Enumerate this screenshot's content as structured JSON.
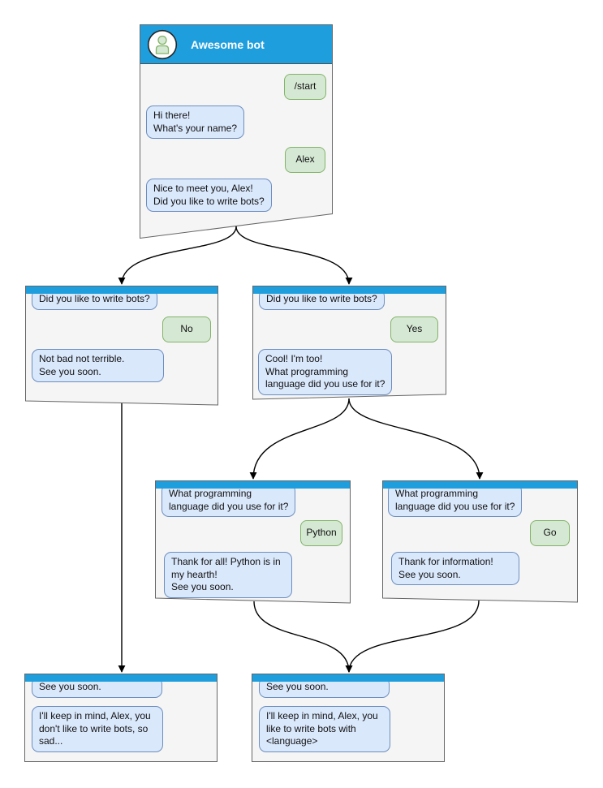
{
  "colors": {
    "header_blue": "#1e9edd",
    "panel_fill": "#f5f5f5",
    "panel_border": "#666666",
    "bot_fill": "#dae8fc",
    "bot_stroke": "#6c8ebf",
    "user_fill": "#d5e8d4",
    "user_stroke": "#82b366"
  },
  "nodes": [
    {
      "id": "root",
      "title": "Awesome bot",
      "messages": [
        {
          "from": "user",
          "text": "/start"
        },
        {
          "from": "bot",
          "text": "Hi there!\nWhat's your name?"
        },
        {
          "from": "user",
          "text": "Alex"
        },
        {
          "from": "bot",
          "text": "Nice to meet you, Alex!\nDid you like to write bots?"
        }
      ]
    },
    {
      "id": "no-branch",
      "messages": [
        {
          "from": "bot",
          "text": "Did you like to write bots?"
        },
        {
          "from": "user",
          "text": "No"
        },
        {
          "from": "bot",
          "text": "Not bad not terrible.\nSee you soon."
        }
      ]
    },
    {
      "id": "yes-branch",
      "messages": [
        {
          "from": "bot",
          "text": "Did you like to write bots?"
        },
        {
          "from": "user",
          "text": "Yes"
        },
        {
          "from": "bot",
          "text": "Cool! I'm too!\nWhat programming\nlanguage did you use for it?"
        }
      ]
    },
    {
      "id": "python-branch",
      "messages": [
        {
          "from": "bot",
          "text": "What programming\nlanguage did you use for it?"
        },
        {
          "from": "user",
          "text": "Python"
        },
        {
          "from": "bot",
          "text": "Thank for all! Python is in\nmy hearth!\nSee you soon."
        }
      ]
    },
    {
      "id": "go-branch",
      "messages": [
        {
          "from": "bot",
          "text": "What programming\nlanguage did you use for it?"
        },
        {
          "from": "user",
          "text": "Go"
        },
        {
          "from": "bot",
          "text": "Thank for information!\nSee you soon."
        }
      ]
    },
    {
      "id": "end-no",
      "messages": [
        {
          "from": "bot",
          "text": "See you soon."
        },
        {
          "from": "bot",
          "text": "I'll keep in mind, Alex, you\ndon't like to write bots, so\nsad..."
        }
      ]
    },
    {
      "id": "end-yes",
      "messages": [
        {
          "from": "bot",
          "text": "See you soon."
        },
        {
          "from": "bot",
          "text": "I'll keep in mind, Alex, you\nlike to write bots with\n<language>"
        }
      ]
    }
  ]
}
